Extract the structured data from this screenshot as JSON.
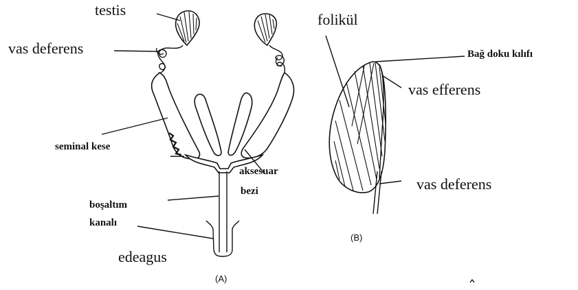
{
  "labels": {
    "testis": "testis",
    "vas_deferens_a": "vas deferens",
    "seminal_kese": "seminal kese",
    "bosaltim": "boşaltım",
    "kanali": "kanalı",
    "edeagus": "edeagus",
    "aksesuar": "aksesuar",
    "bezi": "bezi",
    "caption_a": "(A)",
    "folikul": "folikül",
    "bag_doku": "Bağ doku kılıfı",
    "vas_efferens": "vas efferens",
    "vas_deferens_b": "vas deferens",
    "caption_b": "(B)"
  }
}
